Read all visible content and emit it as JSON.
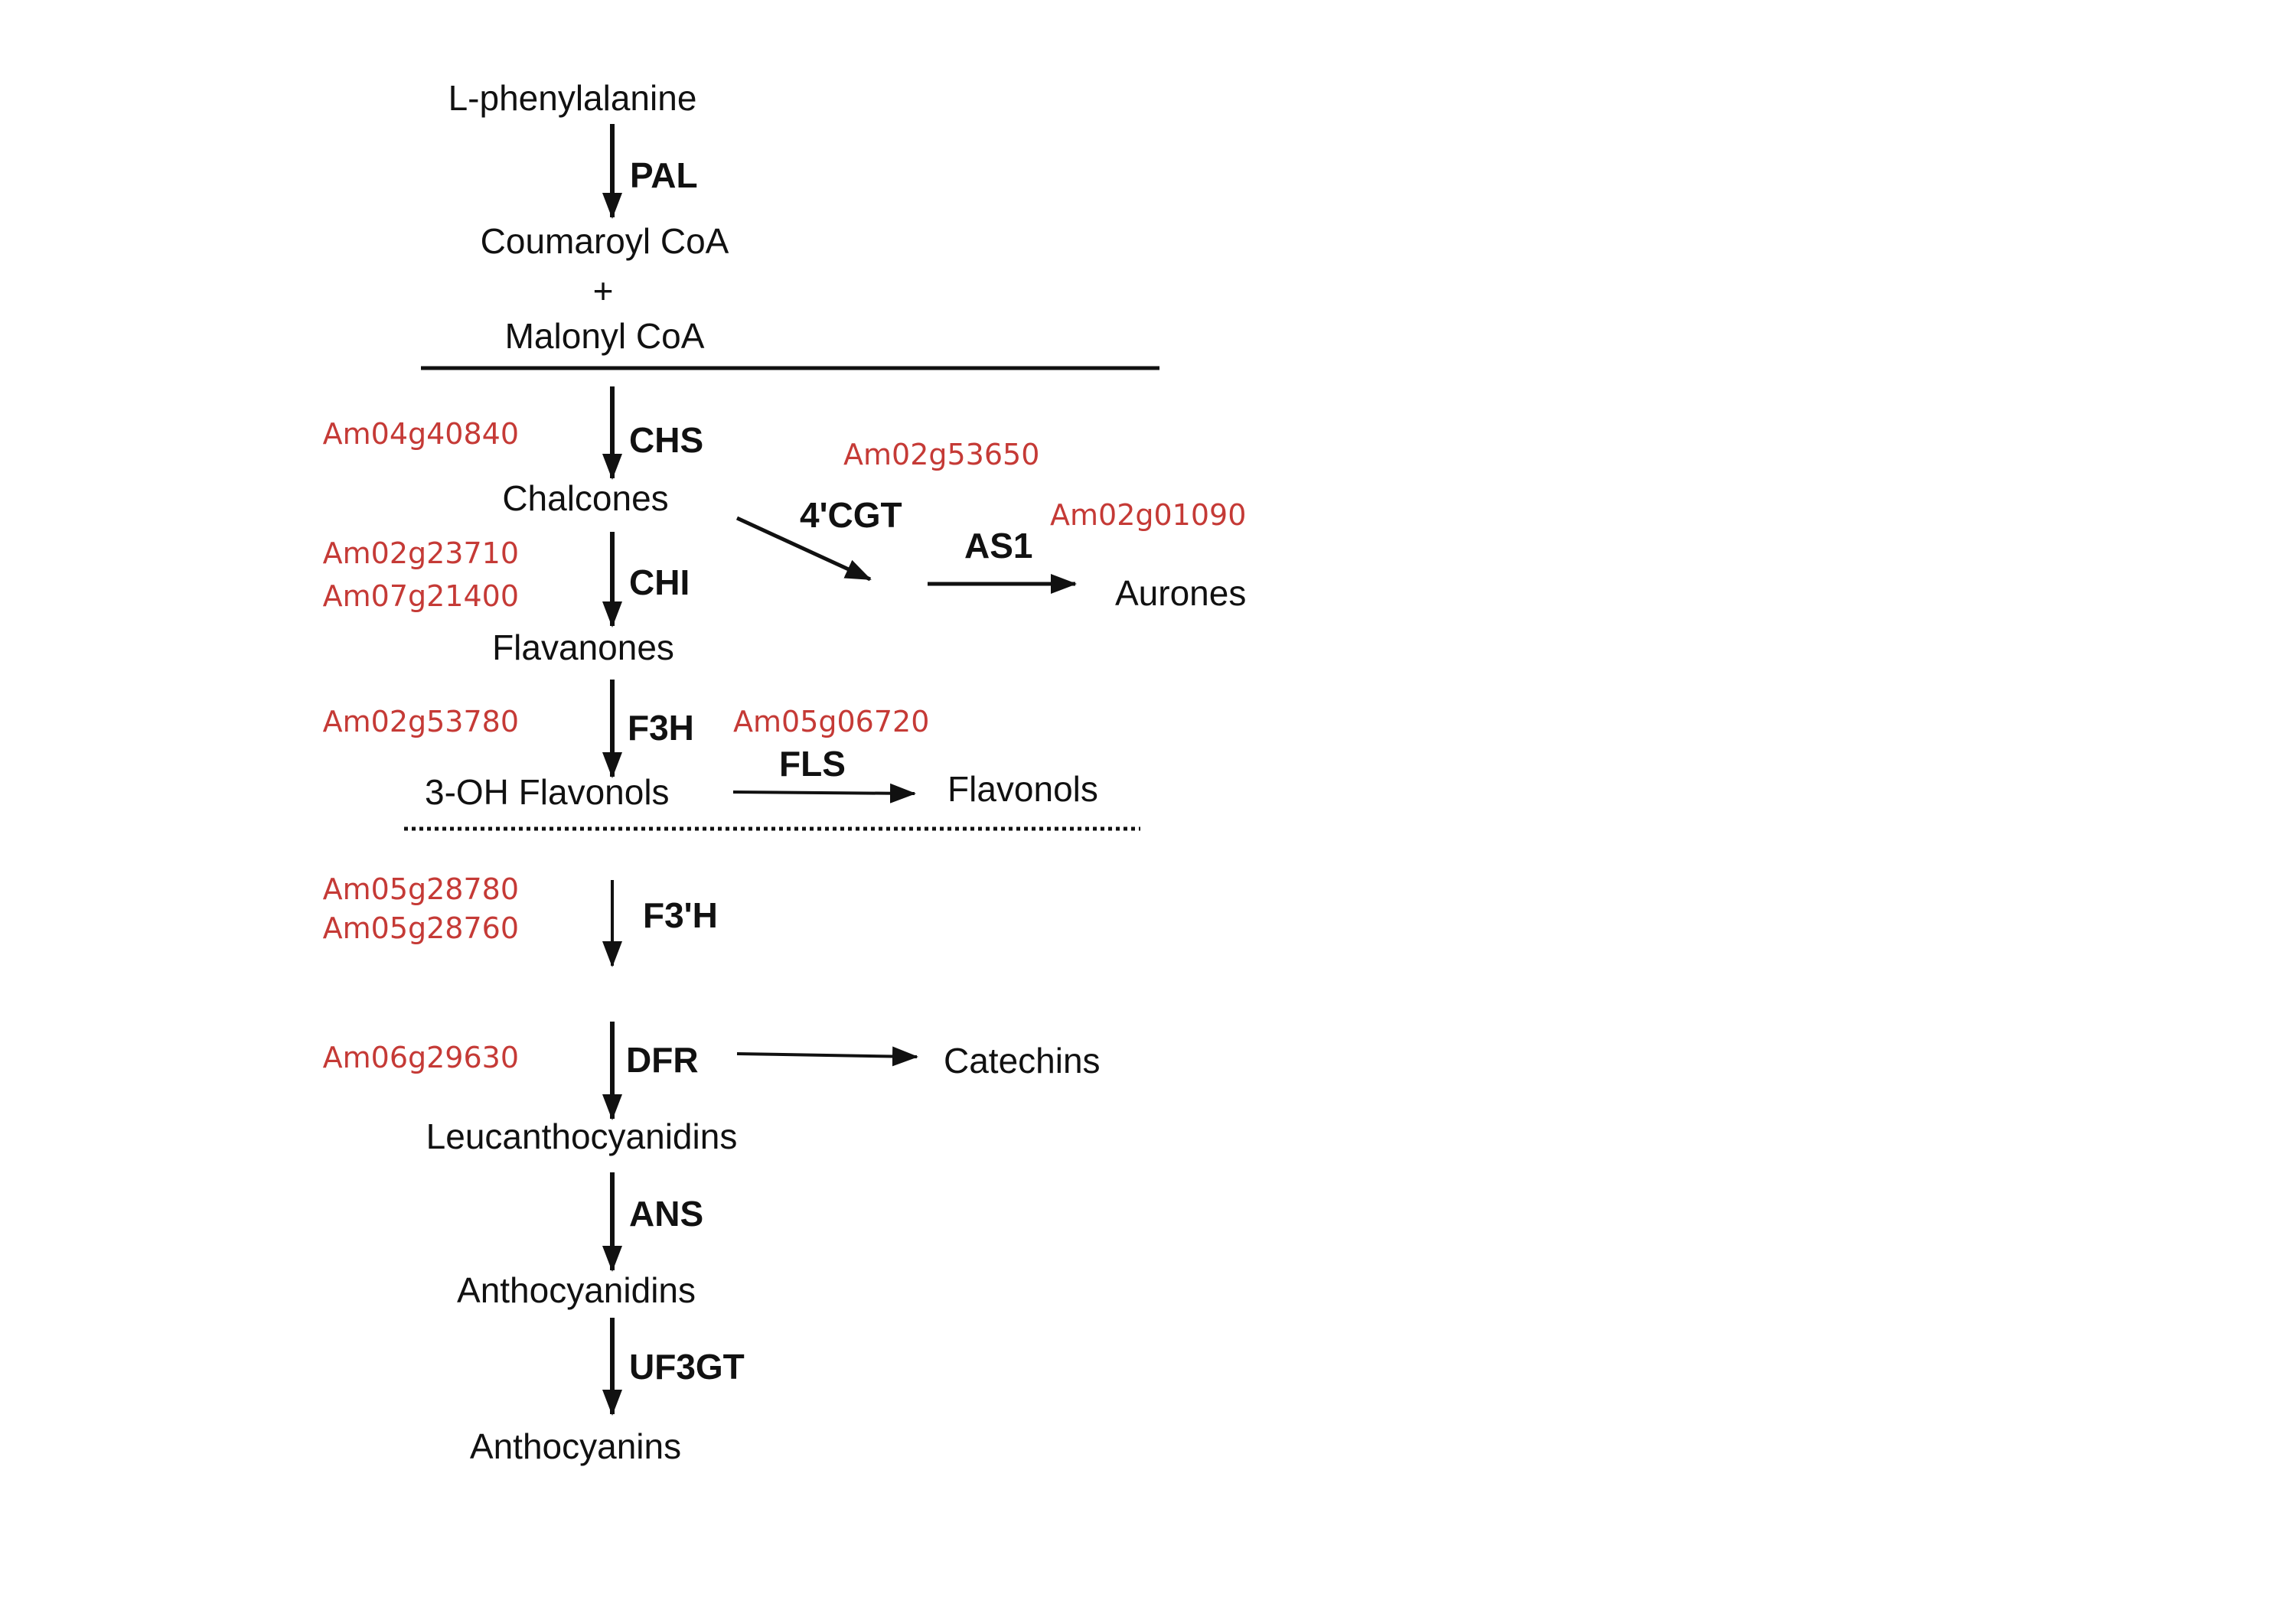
{
  "colors": {
    "gene": "#c53a36",
    "text": "#111111",
    "line": "#111111"
  },
  "compounds": {
    "phe": "L-phenylalanine",
    "coumaroyl": "Coumaroyl CoA",
    "plus": "+",
    "malonyl": "Malonyl CoA",
    "chalcones": "Chalcones",
    "aurones": "Aurones",
    "flavanones": "Flavanones",
    "oh_flavonols": "3-OH Flavonols",
    "flavonols": "Flavonols",
    "catechins": "Catechins",
    "leucanthocyanidins": "Leucanthocyanidins",
    "anthocyanidins": "Anthocyanidins",
    "anthocyanins": "Anthocyanins"
  },
  "enzymes": {
    "pal": "PAL",
    "chs": "CHS",
    "cgt": "4'CGT",
    "as1": "AS1",
    "chi": "CHI",
    "f3h": "F3H",
    "fls": "FLS",
    "f3ph": "F3'H",
    "dfr": "DFR",
    "ans": "ANS",
    "uf3gt": "UF3GT"
  },
  "genes": {
    "chs": "Am04g40840",
    "cgt": "Am02g53650",
    "as1": "Am02g01090",
    "chi_1": "Am02g23710",
    "chi_2": "Am07g21400",
    "f3h": "Am02g53780",
    "fls": "Am05g06720",
    "f3ph_1": "Am05g28780",
    "f3ph_2": "Am05g28760",
    "dfr": "Am06g29630"
  }
}
